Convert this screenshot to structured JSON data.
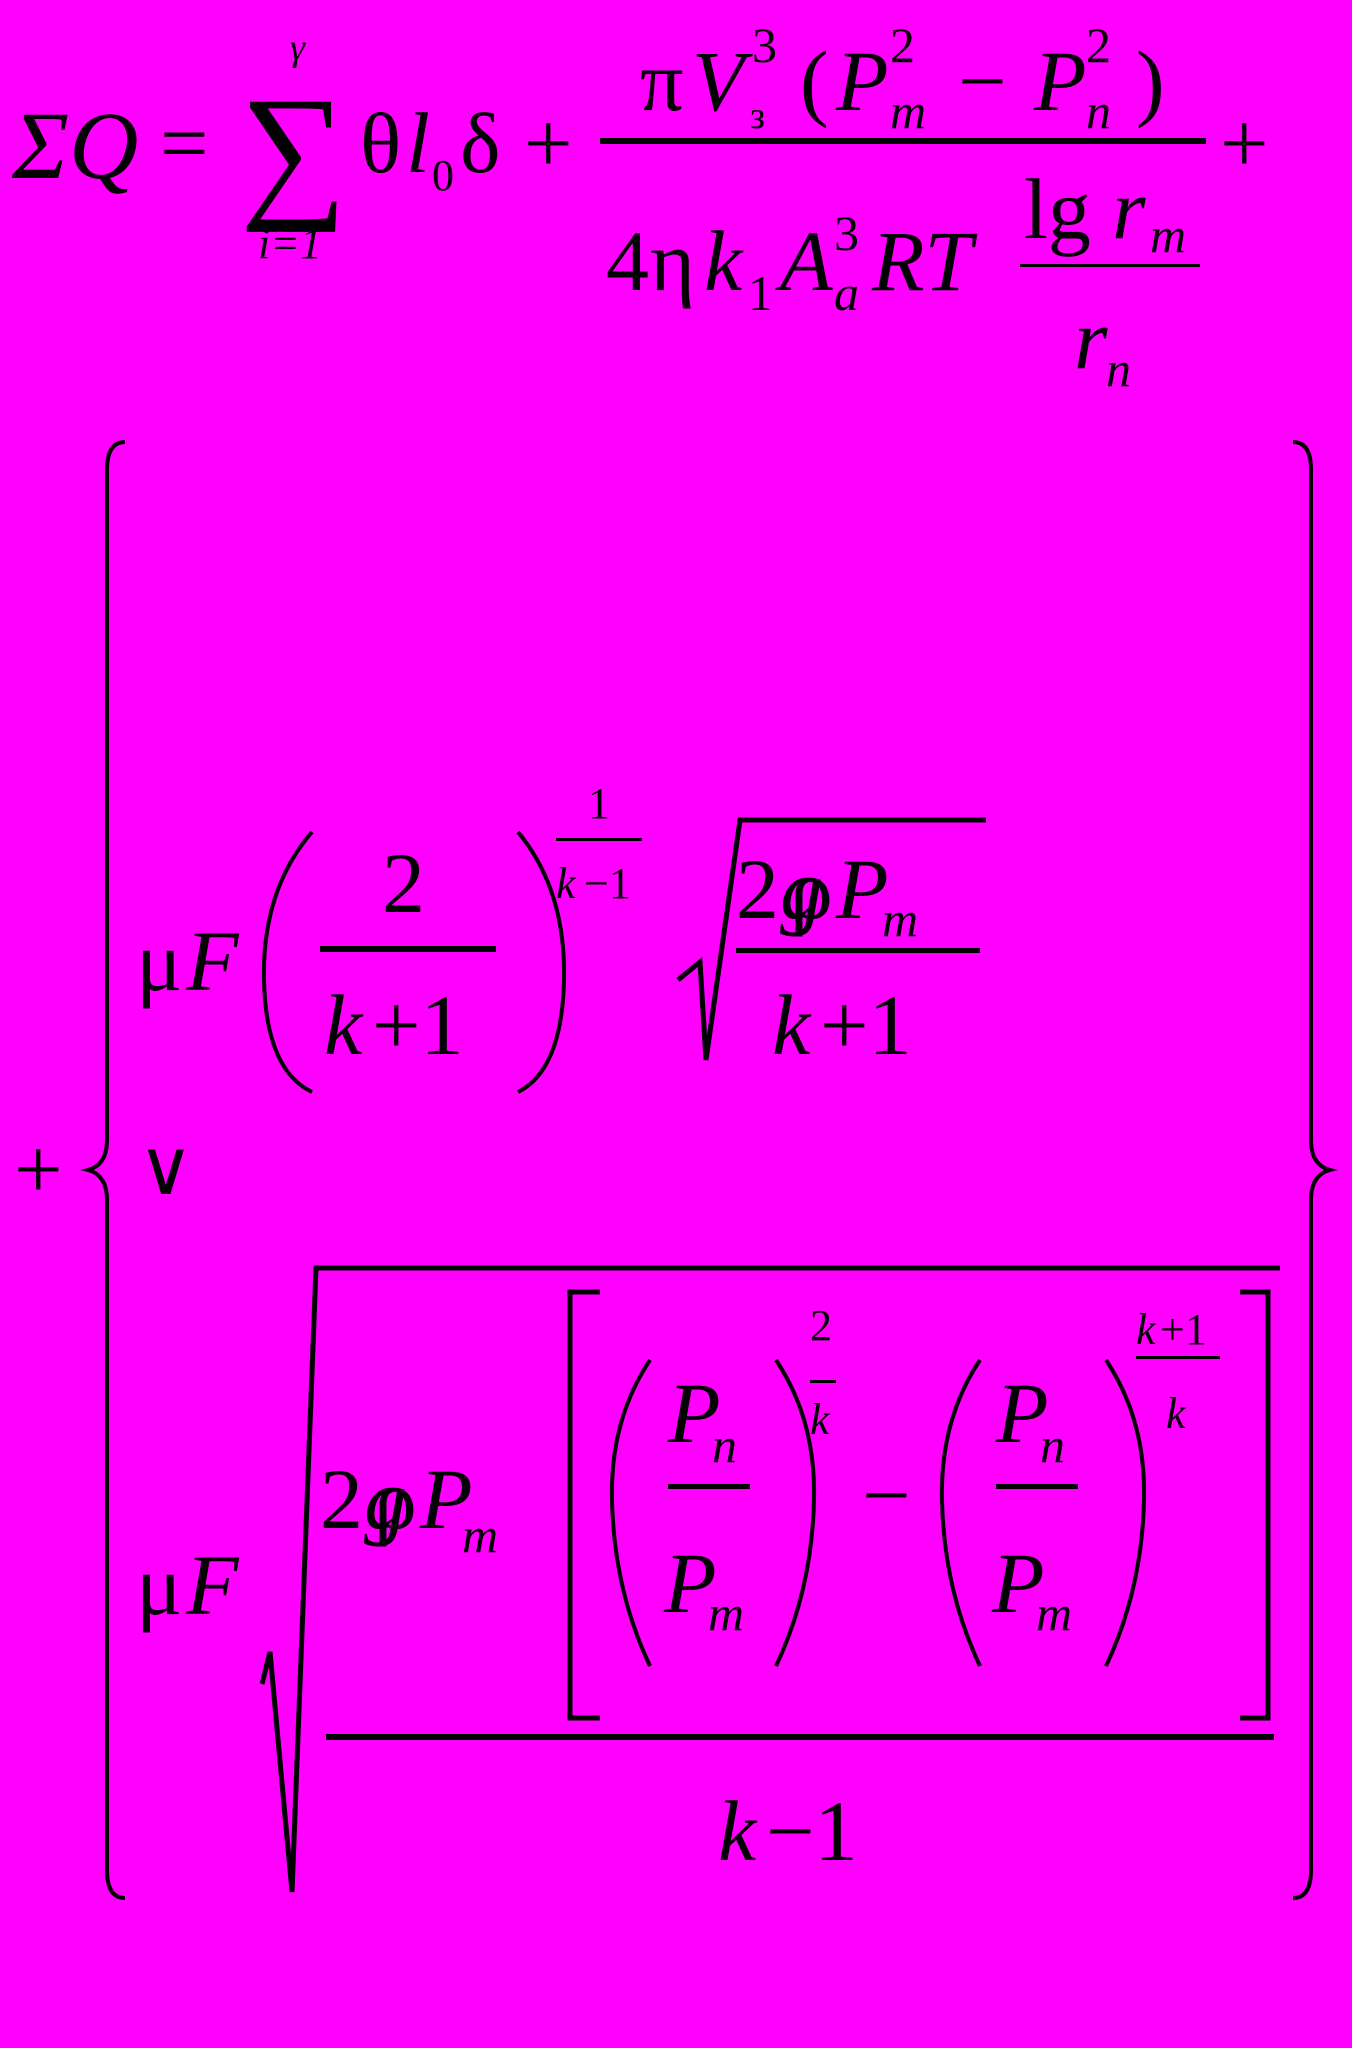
{
  "line1": {
    "lhs": "ΣQ",
    "eq": "=",
    "sigma": "∑",
    "sum_upper": "γ",
    "sum_lower": "i=1",
    "theta": "θ",
    "l": "l",
    "l_sub": "0",
    "delta": "δ",
    "plus1": "+",
    "plus2": "+",
    "num_pi": "π",
    "num_V": "V",
    "num_V_sup": "3",
    "num_V_sub": "з",
    "num_lparen": "(",
    "num_Pm": "P",
    "num_Pm_sup": "2",
    "num_Pm_sub": "m",
    "num_minus": "−",
    "num_Pn": "P",
    "num_Pn_sup": "2",
    "num_Pn_sub": "n",
    "num_rparen": ")",
    "den_4": "4",
    "den_eta": "η",
    "den_k": "k",
    "den_k_sub": "1",
    "den_A": "A",
    "den_A_sup": "3",
    "den_A_sub": "a",
    "den_RT": "RT",
    "lg": "lg",
    "lg_r": "r",
    "lg_r_sub": "m",
    "lg_den_r": "r",
    "lg_den_r_sub": "n"
  },
  "block": {
    "plus": "+",
    "or": "∨",
    "c1_mu": "μ",
    "c1_F": "F",
    "c1_num": "2",
    "c1_den_k": "k",
    "c1_den_rest": "+1",
    "c1_exp_num": "1",
    "c1_exp_den_k": "k",
    "c1_exp_den_rest": "−1",
    "c1_root_2": "2",
    "c1_root_g": "g",
    "c1_root_rho": "ρ",
    "c1_root_P": "P",
    "c1_root_P_sub": "m",
    "c1_root_den_k": "k",
    "c1_root_den_rest": "+1",
    "c2_mu": "μ",
    "c2_F": "F",
    "c2_2": "2",
    "c2_g": "g",
    "c2_rho": "ρ",
    "c2_P": "P",
    "c2_P_sub": "m",
    "c2_Pn1": "P",
    "c2_Pn1_sub": "n",
    "c2_Pm1": "P",
    "c2_Pm1_sub": "m",
    "c2_exp1_num": "2",
    "c2_exp1_den": "k",
    "c2_minus": "−",
    "c2_Pn2": "P",
    "c2_Pn2_sub": "n",
    "c2_Pm2": "P",
    "c2_Pm2_sub": "m",
    "c2_exp2_num_k": "k",
    "c2_exp2_num_rest": "+1",
    "c2_exp2_den": "k",
    "c2_den_k": "k",
    "c2_den_rest": "−1"
  }
}
